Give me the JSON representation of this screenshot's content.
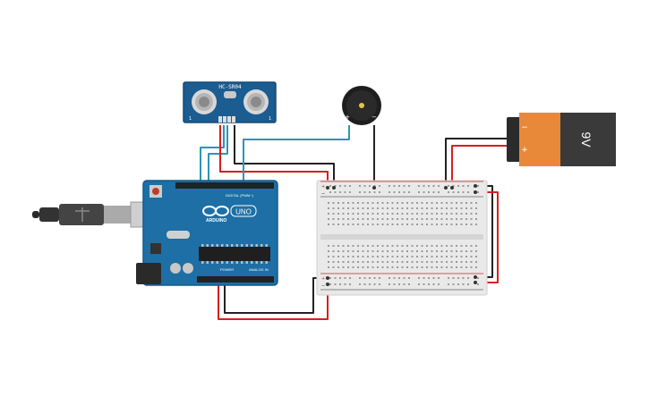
{
  "sensor": {
    "label": "HC-SR04",
    "pin_left": "1",
    "pin_right": "1"
  },
  "arduino": {
    "logo_text": "ARDUINO",
    "model": "UNO",
    "digital_label": "DIGITAL (PWM~)",
    "power_label": "POWER",
    "analog_label": "ANALOG IN"
  },
  "buzzer": {
    "plus": "+",
    "minus": "−"
  },
  "battery": {
    "label": "9V",
    "plus": "+",
    "minus": "−"
  },
  "breadboard": {
    "rail_plus": "+",
    "rail_minus": "−"
  },
  "colors": {
    "board_blue": "#1d6fa5",
    "wire_red": "#d81e1e",
    "wire_black": "#222222",
    "wire_teal": "#2d95b8",
    "battery_orange": "#e8893a",
    "battery_dark": "#3a3a3a"
  }
}
